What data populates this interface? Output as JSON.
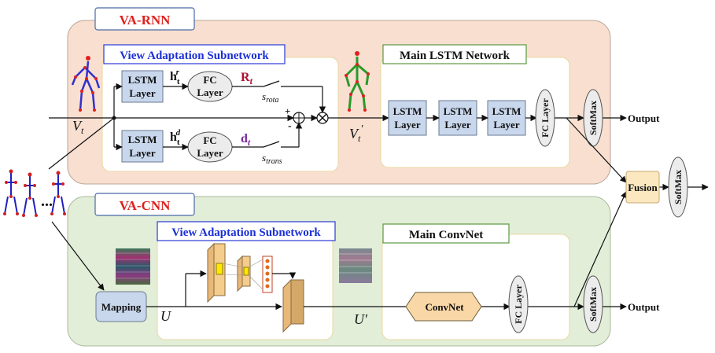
{
  "rnn": {
    "title": "VA-RNN",
    "subnet_title": "View Adaptation Subnetwork",
    "main_title": "Main LSTM Network",
    "lstm_layer_line1": "LSTM",
    "lstm_layer_line2": "Layer",
    "fc_line1": "FC",
    "fc_line2": "Layer",
    "h_r": "h",
    "h_r_sub": "t",
    "h_r_sup": "r",
    "h_d": "h",
    "h_d_sub": "t",
    "h_d_sup": "d",
    "R_t": "R",
    "R_t_sub": "t",
    "d_t": "d",
    "d_t_sub": "t",
    "s_rota": "s",
    "s_rota_sub": "rota",
    "s_trans": "s",
    "s_trans_sub": "trans",
    "plus": "+",
    "minus": "-",
    "V_t": "V",
    "V_t_sub": "t",
    "V_t_prime": "V",
    "V_t_prime_sub": "t",
    "V_t_prime_mark": "′",
    "fc_layer_vertical": "FC Layer",
    "softmax": "SoftMax",
    "output": "Output"
  },
  "cnn": {
    "title": "VA-CNN",
    "subnet_title": "View Adaptation Subnetwork",
    "main_title": "Main ConvNet",
    "mapping": "Mapping",
    "U": "U",
    "U_prime": "U′",
    "convnet": "ConvNet",
    "fc_layer_vertical": "FC Layer",
    "softmax": "SoftMax",
    "output": "Output"
  },
  "fusion": {
    "label": "Fusion",
    "softmax": "SoftMax"
  },
  "skeleton_ellipsis": "...",
  "colors": {
    "rnn_bg": "#f8dfd0",
    "cnn_bg": "#e2eed8",
    "lstm_box": "#c9d7ec",
    "convnet_box": "#f9d7a6",
    "fusion_box": "#fbe8c0",
    "red": "#e0201c",
    "blue": "#1a2fd6",
    "R_color": "#b01030",
    "d_color": "#7a2a9c"
  }
}
